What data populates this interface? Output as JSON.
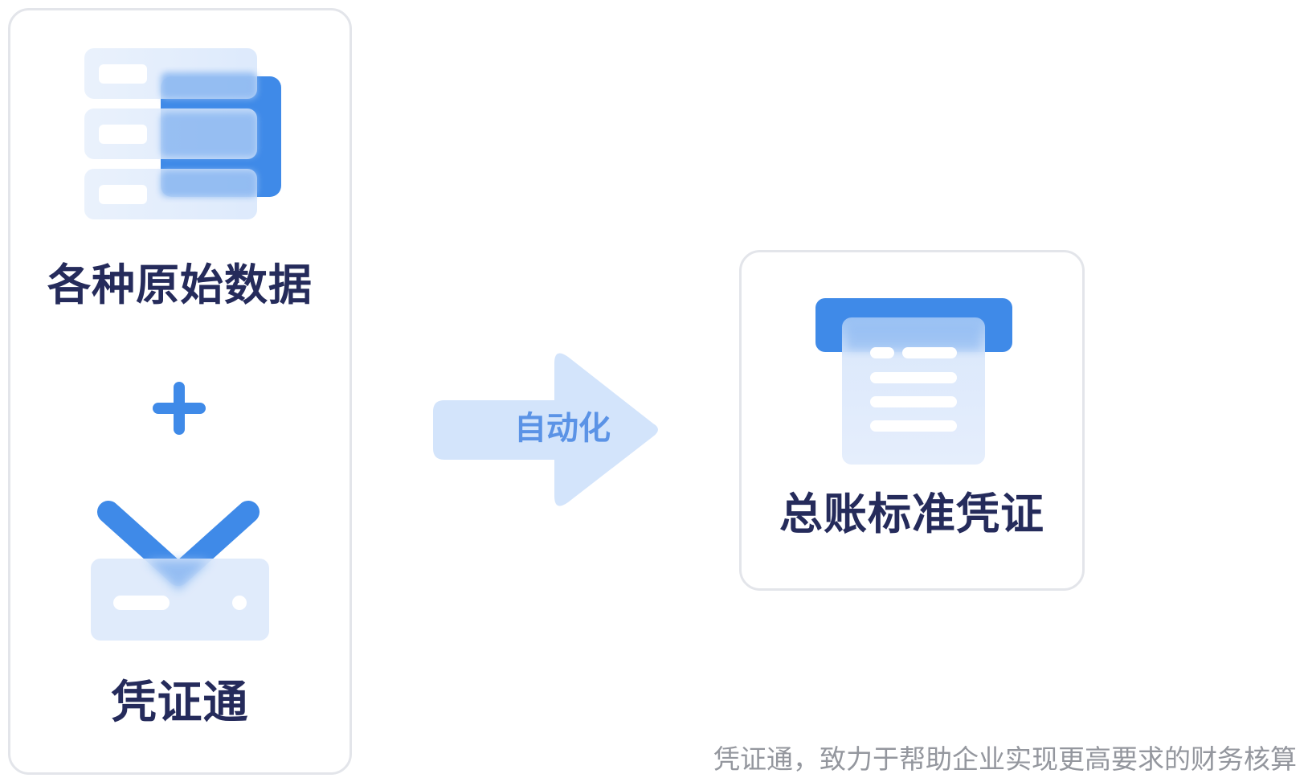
{
  "raw_data": {
    "label": "各种原始数据",
    "icon": "stacked-data-icon"
  },
  "plus": {
    "symbol": "+",
    "icon": "plus-icon"
  },
  "pzt": {
    "label": "凭证通",
    "icon": "inbox-download-icon"
  },
  "arrow": {
    "label": "自动化",
    "icon": "arrow-right-icon"
  },
  "ledger": {
    "label": "总账标准凭证",
    "icon": "voucher-document-icon"
  },
  "tagline": "凭证通，致力于帮助企业实现更高要求的财务核算",
  "colors": {
    "primary_blue": "#3f8ae8",
    "light_blue": "#dde9fb",
    "arrow_fill": "#d3e4fb",
    "arrow_text": "#5b93e6",
    "title_text": "#252b5b",
    "tagline_text": "#94979e",
    "card_border": "#e3e5ea"
  }
}
